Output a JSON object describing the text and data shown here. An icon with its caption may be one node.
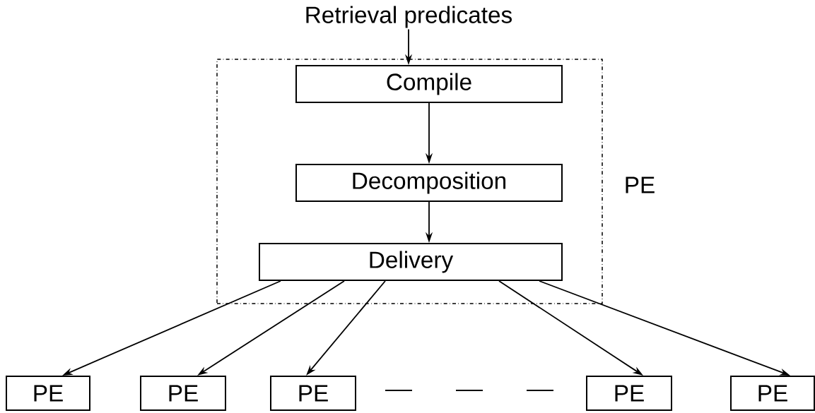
{
  "diagram": {
    "nodes": [
      {
        "text": [
          "Retrieval predicates"
        ]
      },
      {
        "text": [
          "PE"
        ]
      },
      {
        "text": [
          "Compile"
        ],
        "in": 1
      },
      {
        "text": [
          "Decomposition"
        ],
        "in": 1
      },
      {
        "text": [
          "Delivery"
        ],
        "in": 1
      },
      {
        "text": [
          "PE"
        ]
      },
      {
        "text": [
          "PE"
        ]
      },
      {
        "text": [
          "PE"
        ]
      },
      {
        "text": [
          "PE"
        ]
      },
      {
        "text": [
          "PE"
        ]
      }
    ],
    "edges": [
      {
        "from": 0,
        "to": 2,
        "arrow": "to"
      },
      {
        "from": 2,
        "to": 3,
        "arrow": "to"
      },
      {
        "from": 3,
        "to": 4,
        "arrow": "to"
      },
      {
        "from": 4,
        "to": 5,
        "arrow": "to"
      },
      {
        "from": 4,
        "to": 6,
        "arrow": "to"
      },
      {
        "from": 4,
        "to": 7,
        "arrow": "to"
      },
      {
        "from": 4,
        "to": 8,
        "arrow": "to"
      },
      {
        "from": 4,
        "to": 9,
        "arrow": "to"
      }
    ]
  }
}
